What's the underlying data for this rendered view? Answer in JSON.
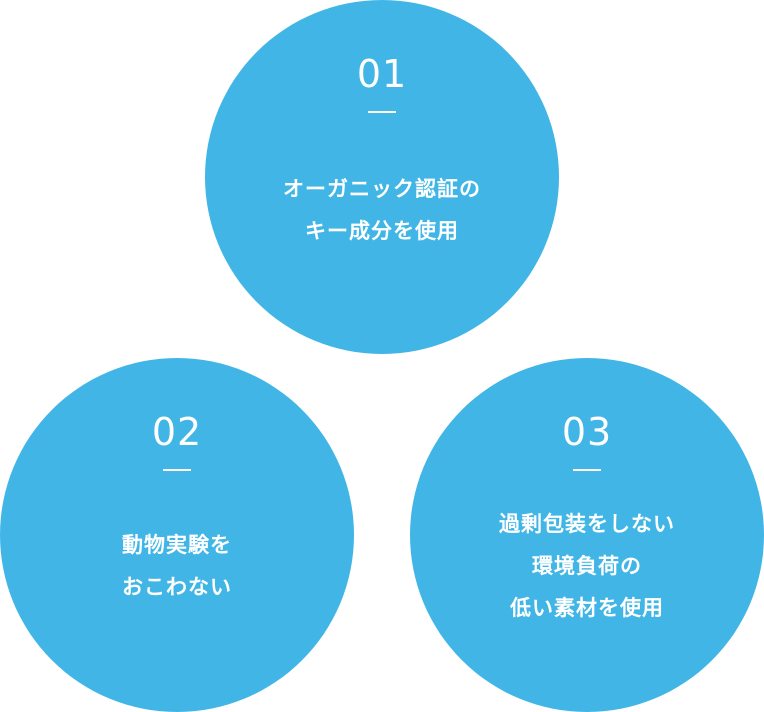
{
  "features": [
    {
      "number": "01",
      "lines": [
        "オーガニック認証の",
        "キー成分を使用"
      ]
    },
    {
      "number": "02",
      "lines": [
        "動物実験を",
        "おこわない"
      ]
    },
    {
      "number": "03",
      "lines": [
        "過剰包装をしない",
        "環境負荷の",
        "低い素材を使用"
      ]
    }
  ],
  "colors": {
    "circle": "#41b6e6",
    "text": "#ffffff"
  }
}
